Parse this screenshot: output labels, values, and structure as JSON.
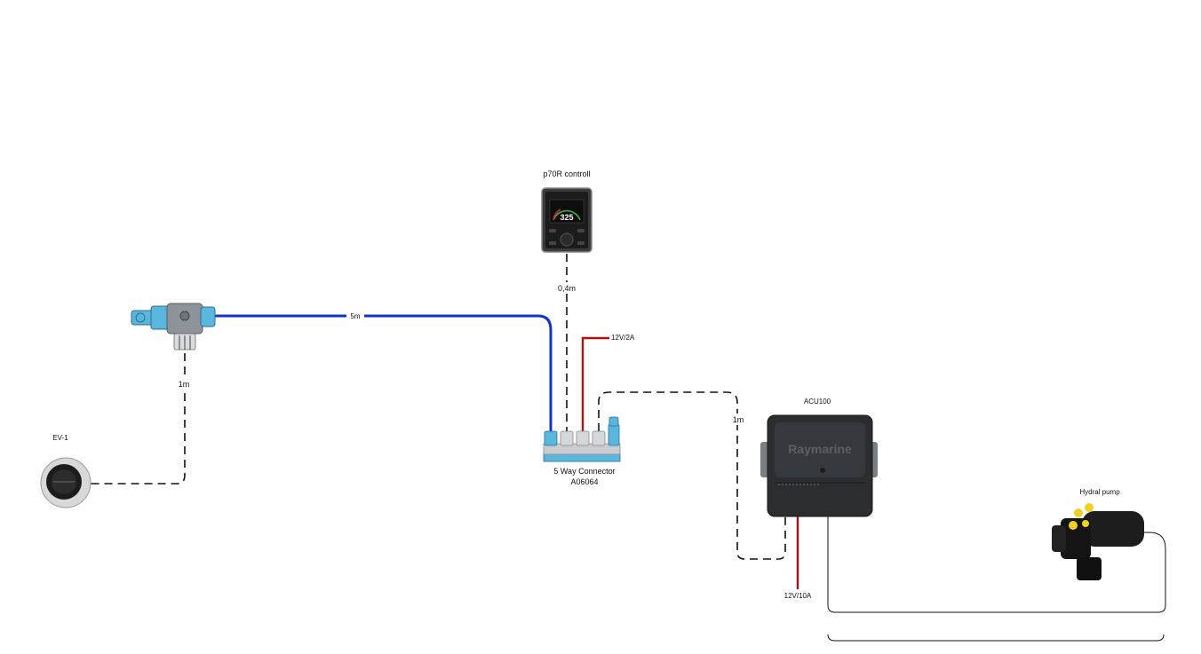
{
  "colors": {
    "nmea_blue": "#1133cc",
    "power_red": "#aa1111",
    "dashed_cable": "#111111",
    "hydraulic_line": "#111111",
    "connector_blue": "#5bb6dd"
  },
  "components": {
    "ev1": {
      "label": "EV-1"
    },
    "p70r": {
      "label": "p70R controll",
      "heading_readout": "325"
    },
    "five_way": {
      "label_line1": "5 Way Connector",
      "label_line2": "A06064"
    },
    "acu100": {
      "label": "ACU100",
      "brand": "Raymarine"
    },
    "pump": {
      "label": "Hydral pump"
    }
  },
  "cables": {
    "tee_to_ev1": "1m",
    "backbone": "5m",
    "p70r_drop": "0,4m",
    "acu_drop": "1m",
    "power_connector": "12V/2A",
    "power_acu": "12V/10A"
  }
}
